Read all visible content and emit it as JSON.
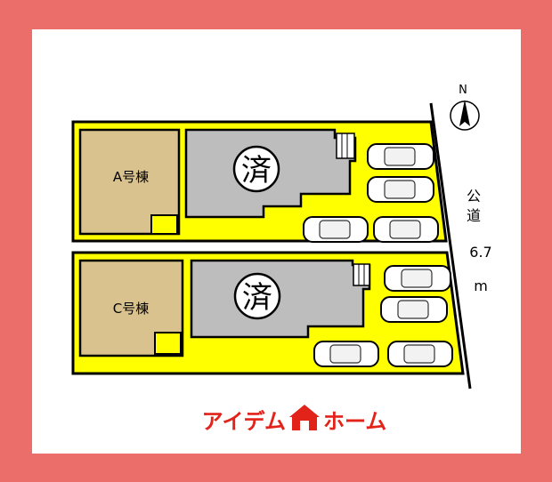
{
  "north": {
    "label": "N"
  },
  "road": {
    "line1": "公",
    "line2": "道",
    "width_value": "6.7",
    "width_unit": "m"
  },
  "lots": [
    {
      "building_label": "A号棟"
    },
    {
      "building_label": "C号棟"
    }
  ],
  "sold_mark": "済",
  "brand": {
    "left": "アイデム",
    "right": "ホーム"
  },
  "colors": {
    "frame": "#ec6e6a",
    "lot_fill": "#ffff00",
    "building_fill": "#d9c28d",
    "sold_fill": "#bdbdbd",
    "brand": "#e2231a"
  }
}
